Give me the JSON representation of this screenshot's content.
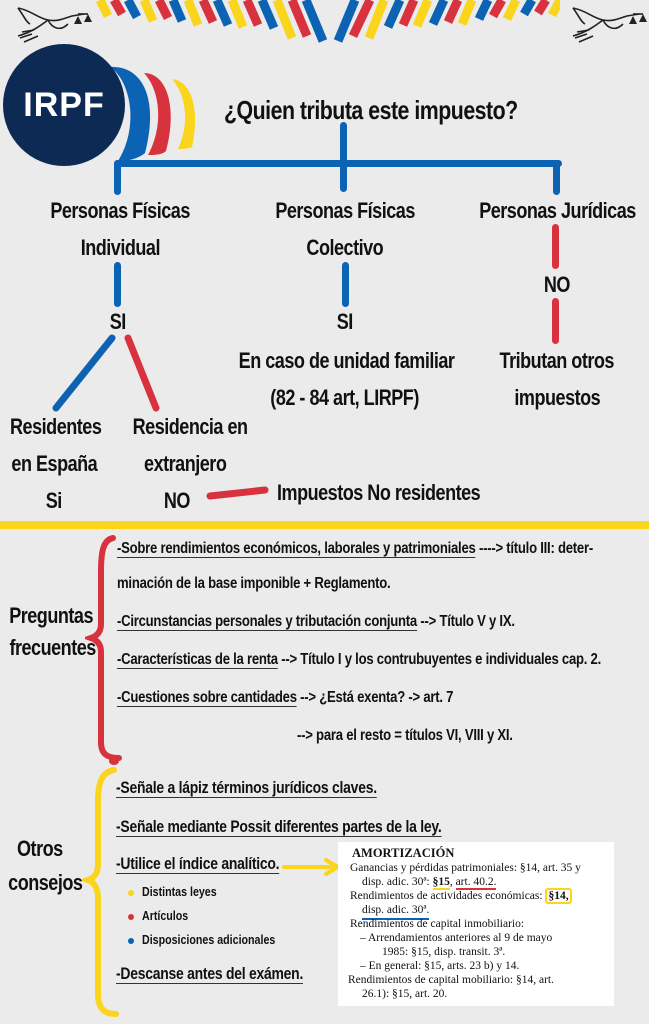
{
  "header": {
    "logo_text": "IRPF",
    "question": "¿Quien tributa este impuesto?",
    "decor": [
      "dove-scales-left",
      "flag-stripes",
      "dove-scales-right"
    ]
  },
  "tree": {
    "branches": [
      {
        "title_line1": "Personas Físicas",
        "title_line2": "Individual",
        "answer": "SI",
        "sub": [
          {
            "line1": "Residentes",
            "line2": "en España",
            "line3": "Si"
          },
          {
            "line1": "Residencia en",
            "line2": "extranjero",
            "line3": "NO",
            "arrow_to": "Impuestos No residentes"
          }
        ]
      },
      {
        "title_line1": "Personas Físicas",
        "title_line2": "Colectivo",
        "answer": "SI",
        "note_line1": "En caso de unidad familiar",
        "note_line2": "(82 - 84 art, LIRPF)"
      },
      {
        "title_line1": "Personas Jurídicas",
        "answer": "NO",
        "note_line1": "Tributan otros",
        "note_line2": "impuestos"
      }
    ]
  },
  "faq": {
    "label_line1": "Preguntas",
    "label_line2": "frecuentes",
    "items": [
      {
        "underlined": "-Sobre rendimientos económicos, laborales y patrimoniales",
        "rest": " ----> título III: deter-"
      },
      {
        "underlined": "",
        "rest": "minación de la base imponible + Reglamento."
      },
      {
        "underlined": "-Circunstancias personales y tributación conjunta",
        "rest": " --> Título V y IX."
      },
      {
        "underlined": "-Características de la renta",
        "rest": " --> Título I y los contrubuyentes e individuales cap. 2."
      },
      {
        "underlined": "-Cuestiones sobre cantidades",
        "rest": " --> ¿Está exenta? -> art. 7"
      },
      {
        "underlined": "",
        "rest": "--> para el resto = títulos VI, VIII y XI."
      }
    ]
  },
  "tips": {
    "label_line1": "Otros",
    "label_line2": "consejos",
    "items": [
      "-Señale a lápiz términos jurídicos claves.",
      "-Señale mediante Possit diferentes partes de la ley.",
      "-Utilice el índice analítico.",
      "-Descanse antes del exámen."
    ],
    "legend": [
      {
        "label": "Distintas leyes",
        "color": "#fad51b"
      },
      {
        "label": "Artículos",
        "color": "#d9323f"
      },
      {
        "label": "Disposiciones adicionales",
        "color": "#0c63b4"
      }
    ]
  },
  "index_excerpt": {
    "heading": "AMORTIZACIÓN",
    "l1": "Ganancias y pérdidas patrimoniales: §14, art. 35 y",
    "l2a": "disp. adic. 30ª: ",
    "l2b": "§15",
    "l2c": ", ",
    "l2d": "art. 40.2.",
    "l3a": "Rendimientos de actividades económicas: ",
    "l3b": "§14,",
    "l4": "disp. adic. 30ª.",
    "l5": "Rendimientos de capital inmobiliario:",
    "l6": "– Arrendamientos anteriores al 9 de mayo",
    "l7": "1985: §15, disp. transit. 3ª.",
    "l8": "– En general: §15, arts. 23 b) y 14.",
    "l9": "Rendimientos de capital mobiliario: §14, art.",
    "l10": "26.1): §15, art. 20."
  },
  "colors": {
    "blue": "#0c63b4",
    "red": "#d9323f",
    "yellow": "#fad51b",
    "navy": "#0d2a55",
    "background": "#ebebeb"
  }
}
